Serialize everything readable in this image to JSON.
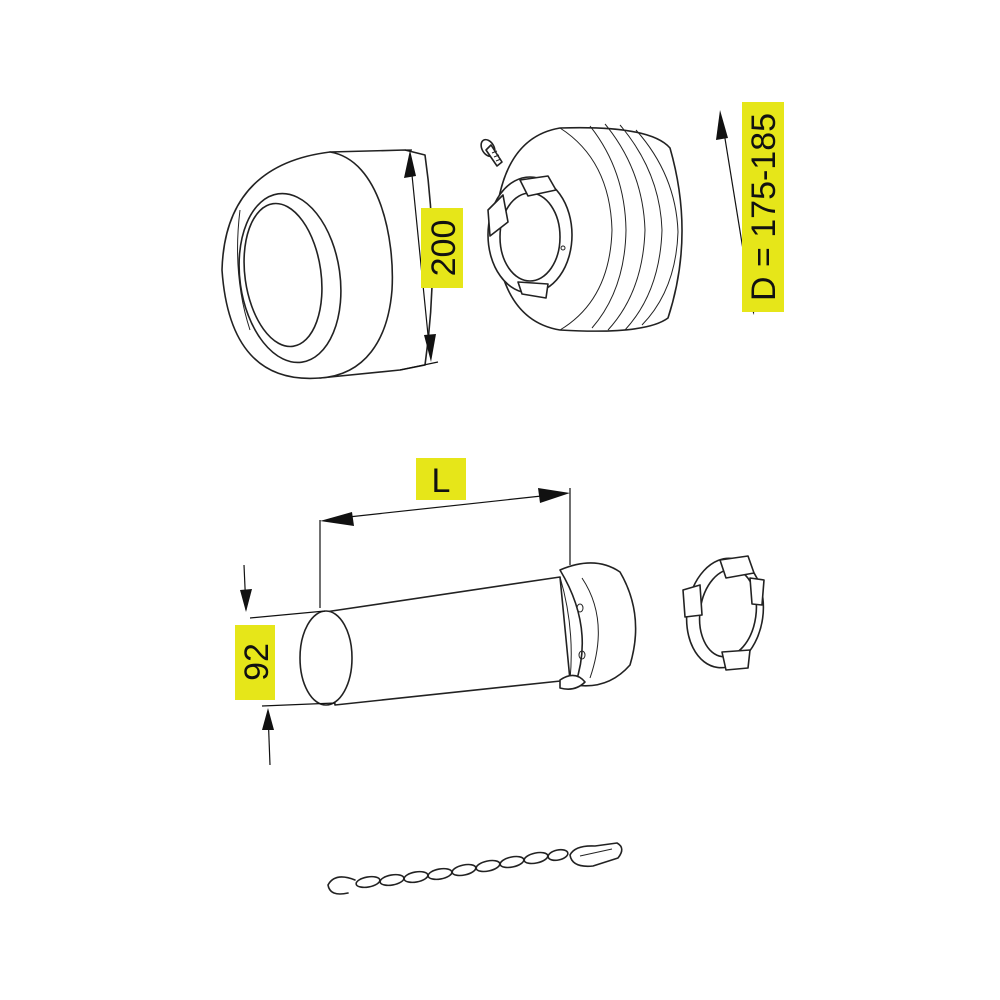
{
  "colors": {
    "label_highlight": "#e6e619",
    "line": "#222222",
    "background": "#ffffff"
  },
  "labels": {
    "rosette_height": "200",
    "bellows_diameter": "D = 175-185",
    "pipe_length": "L",
    "pipe_diameter": "92"
  },
  "parts": [
    "rosette",
    "screw",
    "bellows-seal",
    "pipe",
    "locking-ring",
    "chain"
  ]
}
